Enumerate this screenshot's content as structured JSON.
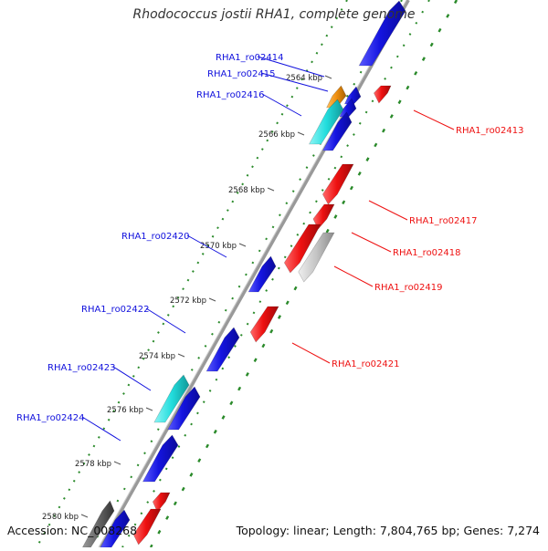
{
  "title": "Rhodococcus jostii RHA1, complete genome",
  "accession": "Accession: NC_008268",
  "summary": "Topology: linear; Length: 7,804,765 bp; Genes: 7,274",
  "colors": {
    "forward": "#1010dd",
    "reverse": "#ee1111",
    "highlight": "#22dddd",
    "orange": "#f09010",
    "grey": "#c8c8c8",
    "tick": "#2a8a2a",
    "backbone": "#888888"
  },
  "ticks": [
    {
      "label": "2564 kbp"
    },
    {
      "label": "2566 kbp"
    },
    {
      "label": "2568 kbp"
    },
    {
      "label": "2570 kbp"
    },
    {
      "label": "2572 kbp"
    },
    {
      "label": "2574 kbp"
    },
    {
      "label": "2576 kbp"
    },
    {
      "label": "2578 kbp"
    },
    {
      "label": "2580 kbp"
    }
  ],
  "gene_labels": {
    "left": [
      "RHA1_ro02414",
      "RHA1_ro02415",
      "RHA1_ro02416",
      "RHA1_ro02420",
      "RHA1_ro02422",
      "RHA1_ro02423",
      "RHA1_ro02424"
    ],
    "right": [
      "RHA1_ro02413",
      "RHA1_ro02417",
      "RHA1_ro02418",
      "RHA1_ro02419",
      "RHA1_ro02421"
    ]
  }
}
